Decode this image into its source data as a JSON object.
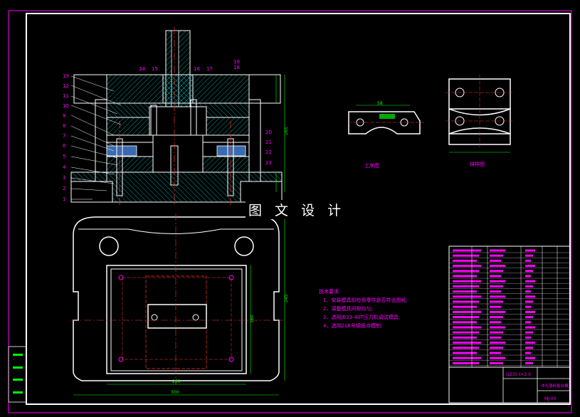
{
  "watermark": "图 文 设 计",
  "views": {
    "workpiece_label": "工序图",
    "strip_label": "排样图"
  },
  "technical_requirements": {
    "title": "技术要求:",
    "items": [
      "1、安装模具前检测零件是否符合图纸;",
      "2、调整模具间隙均匀;",
      "3、选用JB23-40T压力机调试模具;",
      "4、选用218号钢板冲模制;"
    ]
  },
  "part_numbers_left": [
    "13",
    "12",
    "11",
    "10",
    "9",
    "8",
    "7",
    "6",
    "5",
    "4",
    "3",
    "2",
    "1"
  ],
  "part_numbers_top": [
    "14",
    "15",
    "16",
    "17",
    "19",
    "18"
  ],
  "part_numbers_right": [
    "20",
    "21",
    "22",
    "23"
  ],
  "title_block": {
    "drawing_name": "冲孔落料复合模",
    "drawing_no": "MJ-00",
    "material_note": "Q235 t=2.0"
  },
  "dimensions": {
    "plan_width": "300",
    "plan_inner_width": "200",
    "plan_height": "245",
    "plan_inner_height": "160",
    "section_height": "165",
    "workpiece_width": "58"
  },
  "colors": {
    "background": "#000000",
    "outline": "#ffffff",
    "dimension": "#00ff00",
    "centerline": "#ff0000",
    "hatch": "#00ffff",
    "annotation": "#ff00ff",
    "border": "#ff00ff"
  }
}
